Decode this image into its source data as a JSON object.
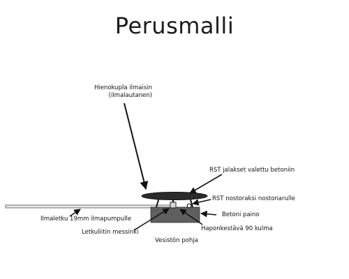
{
  "title": "Perusmalli",
  "colors": {
    "disc": "#2b2b2b",
    "weight": "#5f5f5f",
    "hose_fill": "#e6e6e6",
    "line": "#111111"
  },
  "labels": {
    "diffuser_line1": "Hienokupla ilmaisin",
    "diffuser_line2": "(ilmalautanen)",
    "rst_legs": "RST jalakset valettu betoniin",
    "rst_eye": "RST nostoraksi nostonarulle",
    "concrete_weight": "Betoni paino",
    "acid_elbow": "Haponkestävä 90 kulma",
    "hose": "Ilmaletku 19mm ilmapumpulle",
    "brass_fitting": "Letkuliitin messinki",
    "bottom": "Vesistön pohja"
  }
}
